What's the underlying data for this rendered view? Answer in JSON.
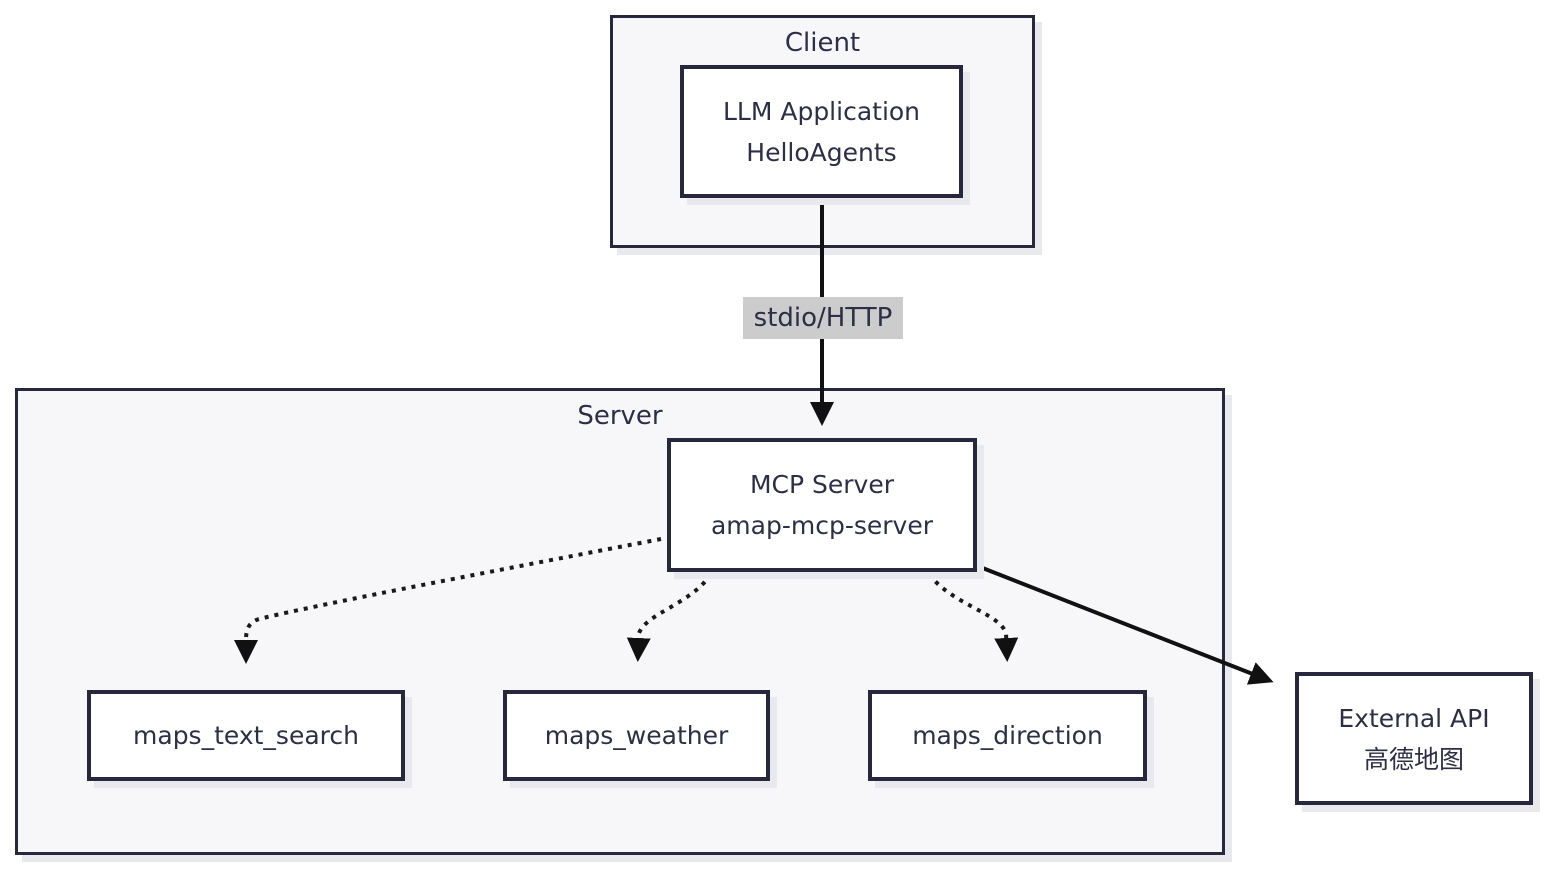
{
  "diagram": {
    "client": {
      "label": "Client",
      "llm_node": {
        "line1": "LLM Application",
        "line2": "HelloAgents"
      }
    },
    "edge_label": "stdio/HTTP",
    "server": {
      "label": "Server",
      "mcp_node": {
        "line1": "MCP Server",
        "line2": "amap-mcp-server"
      },
      "tools": [
        {
          "label": "maps_text_search"
        },
        {
          "label": "maps_weather"
        },
        {
          "label": "maps_direction"
        }
      ]
    },
    "external": {
      "line1": "External API",
      "line2": "高德地图"
    },
    "edges": [
      {
        "from": "llm-application",
        "to": "mcp-server",
        "style": "solid",
        "label": "stdio/HTTP"
      },
      {
        "from": "mcp-server",
        "to": "maps_text_search",
        "style": "dotted",
        "label": ""
      },
      {
        "from": "mcp-server",
        "to": "maps_weather",
        "style": "dotted",
        "label": ""
      },
      {
        "from": "mcp-server",
        "to": "maps_direction",
        "style": "dotted",
        "label": ""
      },
      {
        "from": "mcp-server",
        "to": "external-api",
        "style": "solid",
        "label": ""
      }
    ],
    "colors": {
      "border": "#27273d",
      "container_fill": "#f7f7fa",
      "node_fill": "#ffffff",
      "text": "#2e2e47",
      "edge": "#111111",
      "edge_label_bg": "#cccccc",
      "shadow": "#e9e9ed",
      "page_bg": "#ffffff"
    }
  }
}
